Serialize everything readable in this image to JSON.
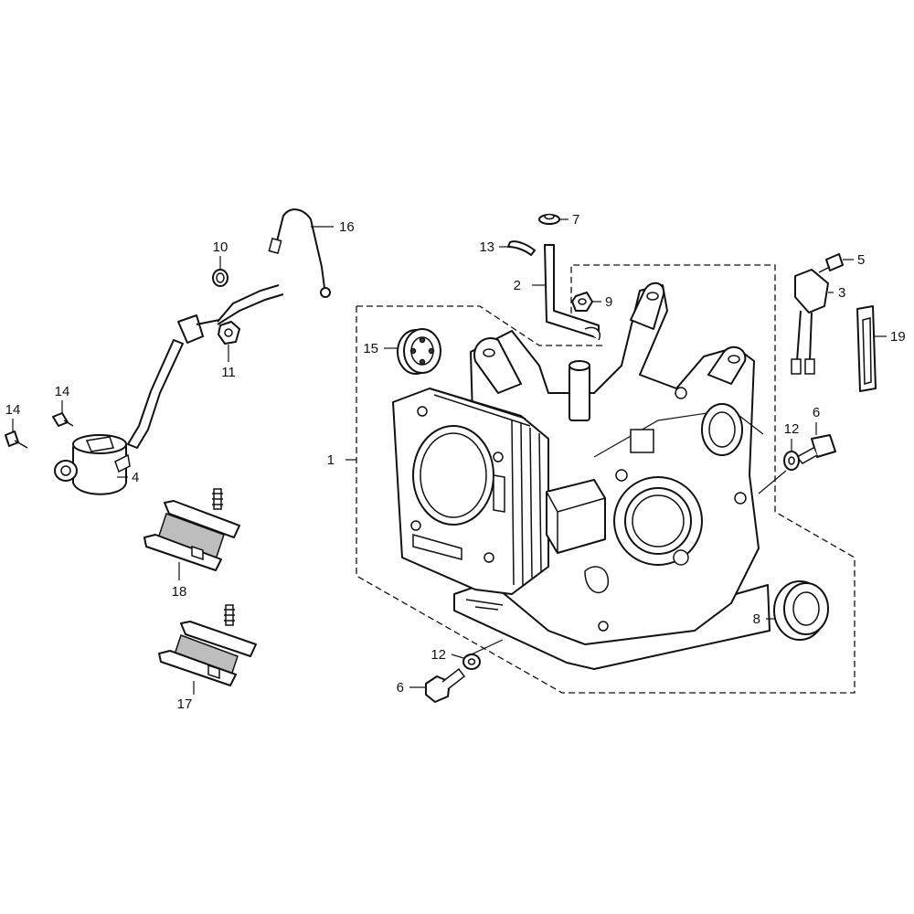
{
  "callouts": {
    "c1": "1",
    "c2": "2",
    "c3": "3",
    "c4": "4",
    "c5": "5",
    "c6a": "6",
    "c6b": "6",
    "c7": "7",
    "c8": "8",
    "c9": "9",
    "c10": "10",
    "c11": "11",
    "c12a": "12",
    "c12b": "12",
    "c13": "13",
    "c14a": "14",
    "c14b": "14",
    "c15": "15",
    "c16": "16",
    "c17": "17",
    "c18": "18",
    "c19": "19"
  }
}
